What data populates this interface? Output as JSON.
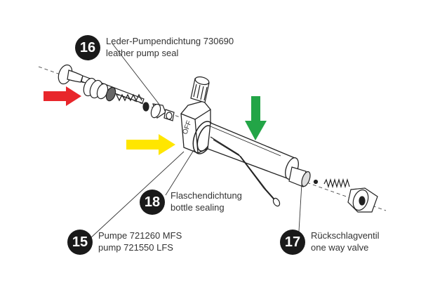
{
  "callouts": [
    {
      "number": "16",
      "line1": "Leder-Pumpendichtung 730690",
      "line2": "leather pump seal"
    },
    {
      "number": "18",
      "line1": "Flaschendichtung",
      "line2": "bottle sealing"
    },
    {
      "number": "15",
      "line1": "Pumpe 721260 MFS",
      "line2": "pump 721550 LFS"
    },
    {
      "number": "17",
      "line1": "Rückschlagventil",
      "line2": "one way valve"
    }
  ],
  "pump_marking": "OFF",
  "arrows": {
    "red": "#e8262b",
    "yellow": "#ffe600",
    "green": "#23a547"
  }
}
